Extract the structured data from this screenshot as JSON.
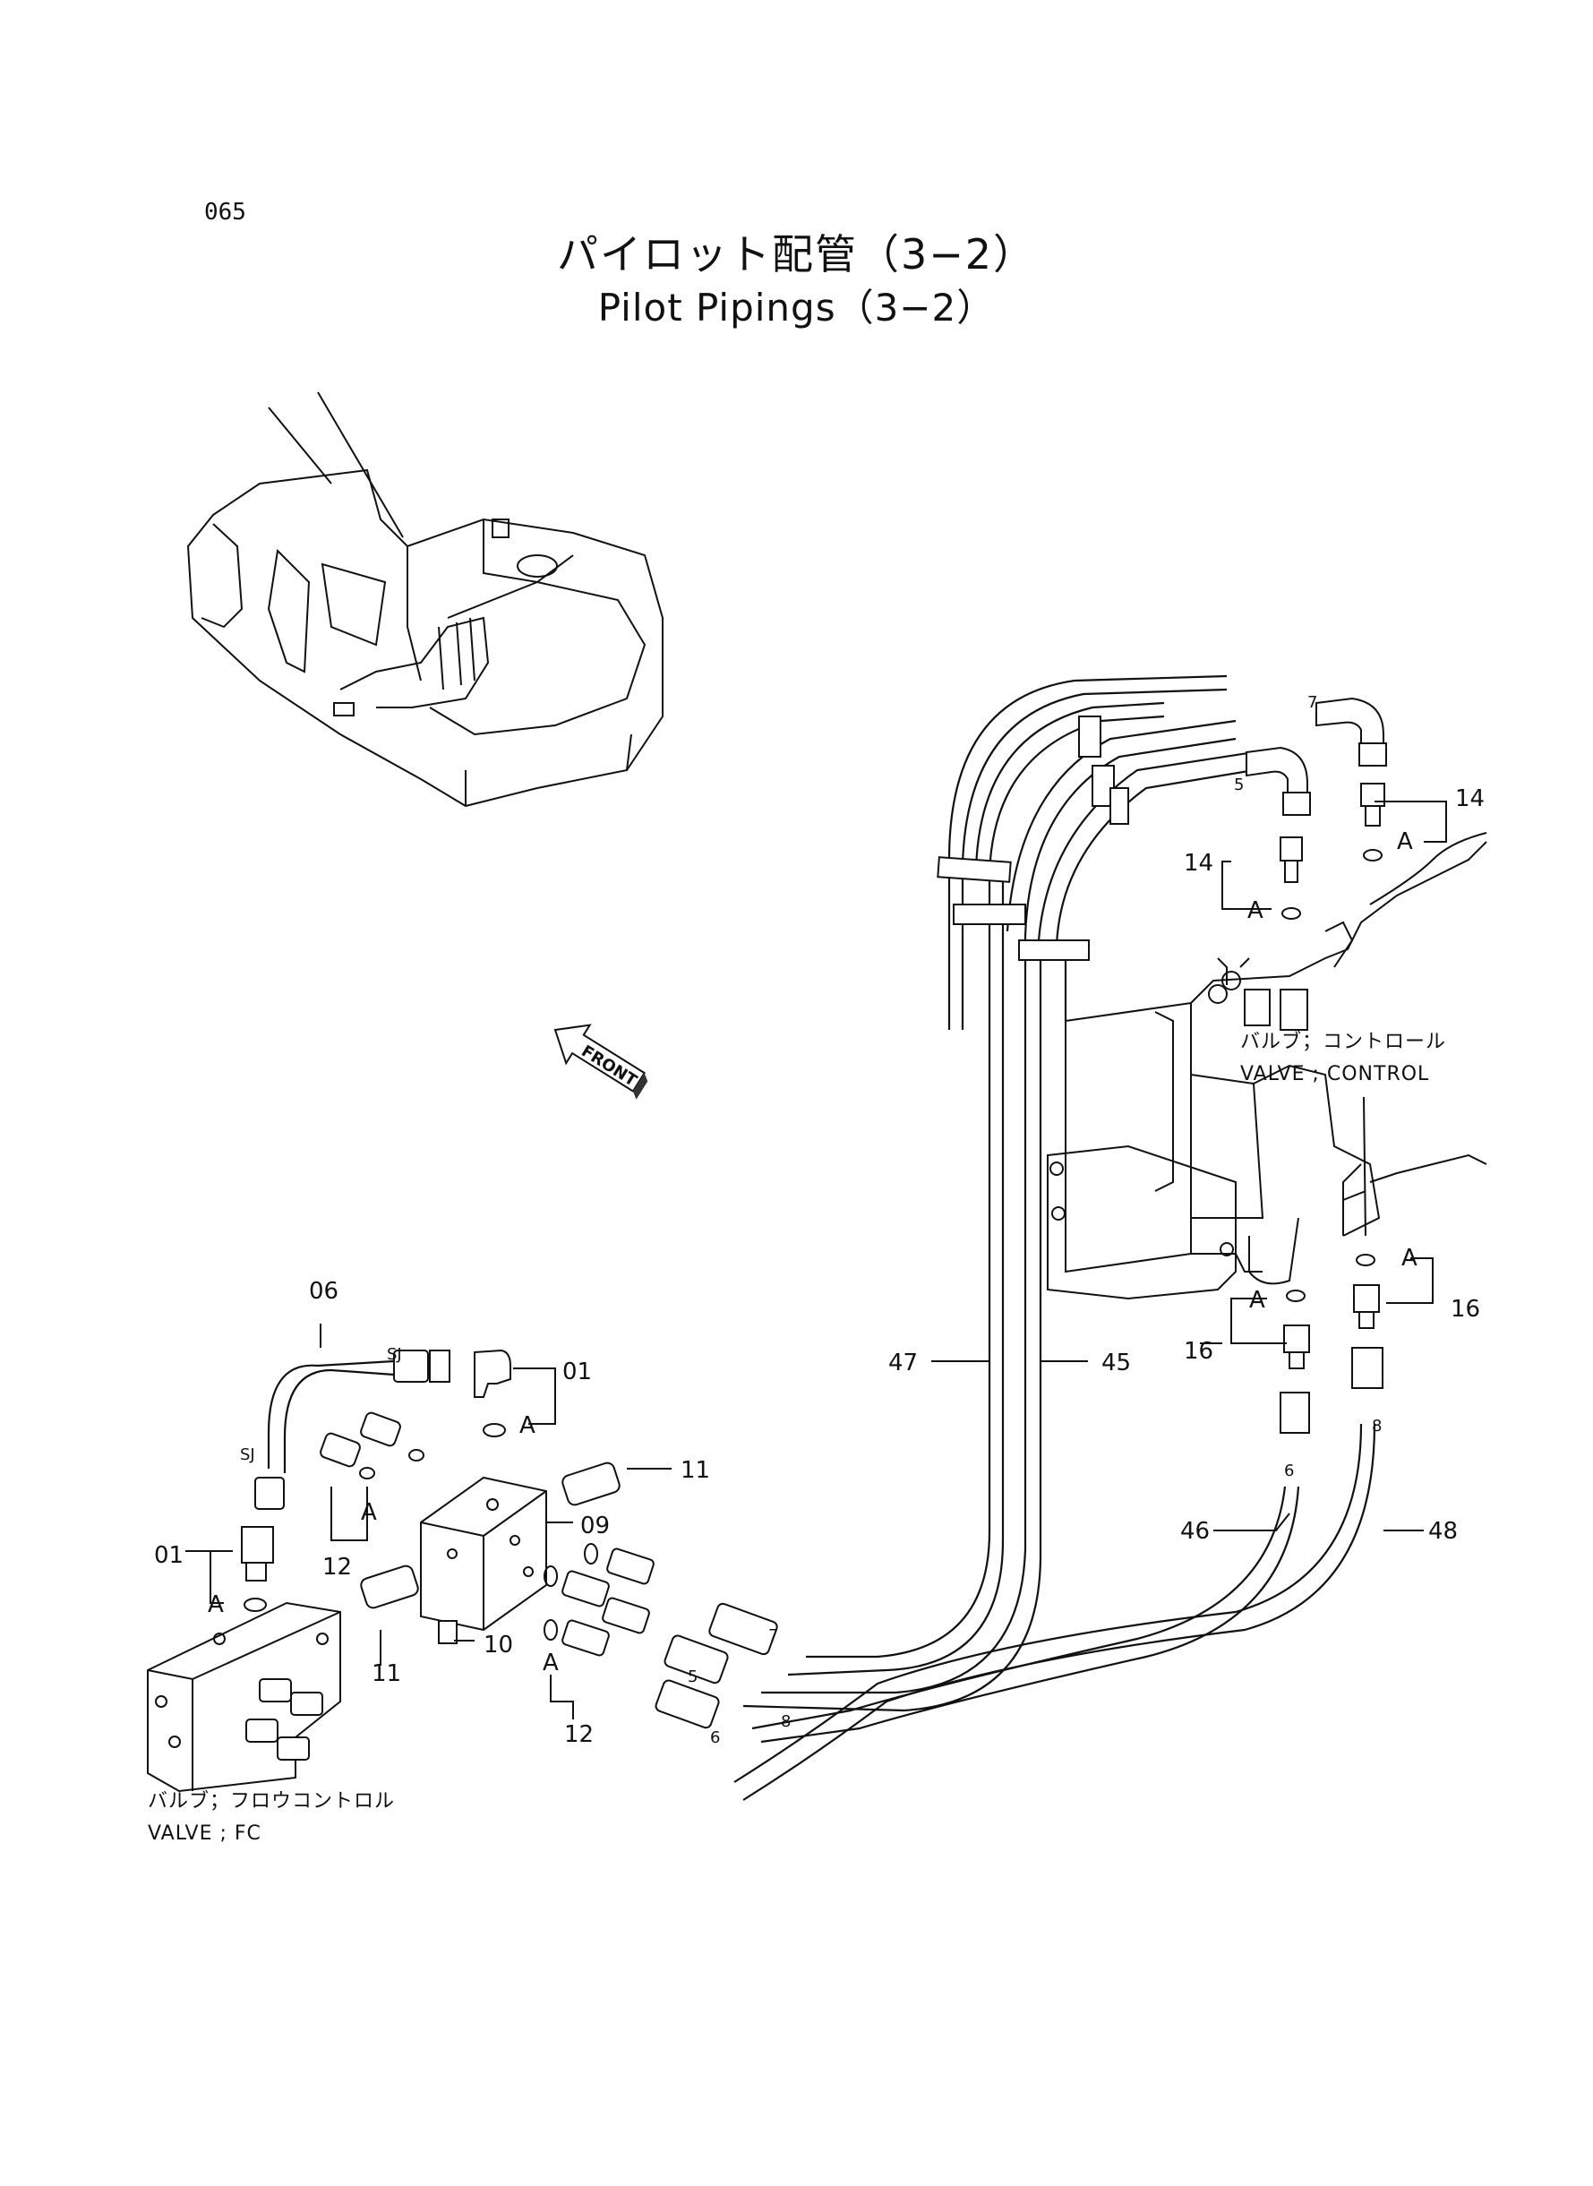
{
  "page_number": "065",
  "title": {
    "japanese": "パイロット配管（3−2）",
    "english": "Pilot Pipings（3−2）"
  },
  "front_arrow_label": "FRONT",
  "components": {
    "control_valve": {
      "name_jp": "バルブ；コントロール",
      "name_en": "VALVE ; CONTROL"
    },
    "fc_valve": {
      "name_jp": "バルブ；フロウコントロル",
      "name_en": "VALVE ; FC"
    }
  },
  "callouts": {
    "p01_top": "01",
    "p01_left": "01",
    "p06": "06",
    "p09": "09",
    "p10": "10",
    "p11_right": "11",
    "p11_bottom": "11",
    "p12_left": "12",
    "p12_bottom": "12",
    "p14_right": "14",
    "p14_left": "14",
    "p16_right": "16",
    "p16_left": "16",
    "p45": "45",
    "p46": "46",
    "p47": "47",
    "p48": "48"
  },
  "detail_marks": {
    "a_label": "A",
    "sj_label": "SJ",
    "hose_ends": [
      "7",
      "5",
      "6",
      "8",
      "7",
      "5",
      "8",
      "6"
    ]
  }
}
